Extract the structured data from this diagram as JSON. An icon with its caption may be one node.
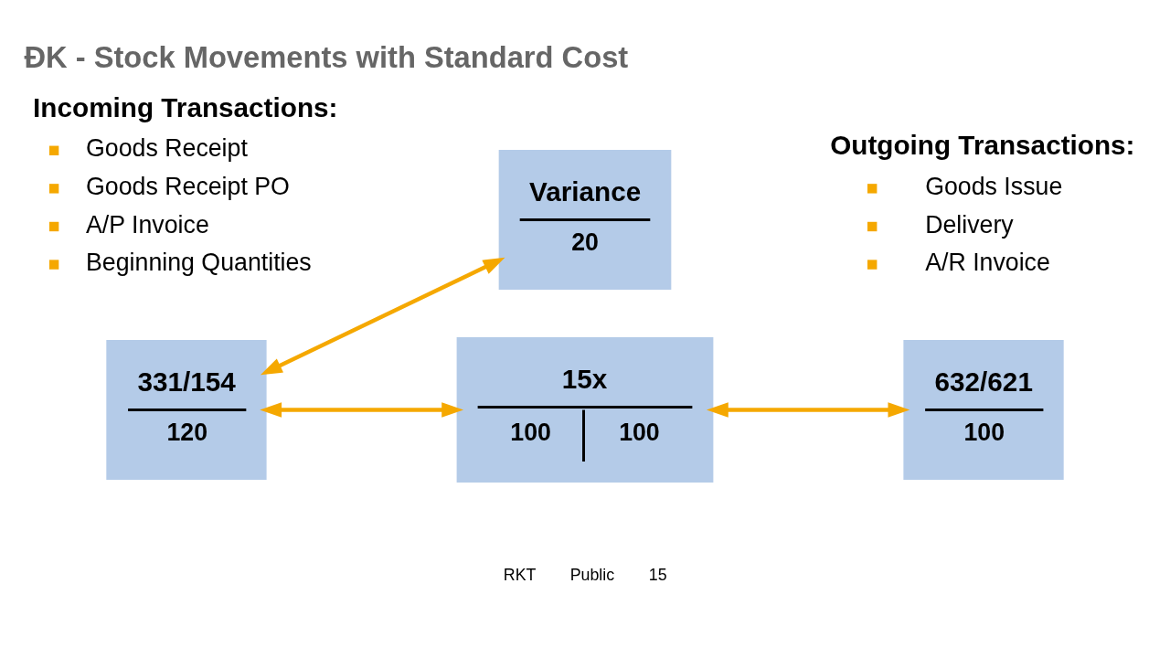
{
  "diagram": {
    "title": "ĐK - Stock Movements with Standard Cost",
    "nodes": [
      {
        "text": [
          "331/154",
          "120"
        ]
      },
      {
        "text": [
          "Variance",
          "20"
        ]
      },
      {
        "text": [
          "15x",
          "100",
          "100"
        ]
      },
      {
        "text": [
          "632/621",
          "100"
        ]
      }
    ],
    "edges": [
      {
        "from": 0,
        "to": 1,
        "arrow": "both"
      },
      {
        "from": 0,
        "to": 2,
        "arrow": "both"
      },
      {
        "from": 3,
        "to": 2,
        "arrow": "both"
      }
    ],
    "labels": [
      "Incoming Transactions:",
      "Goods Receipt",
      "Goods Receipt PO",
      "A/P Invoice",
      "Beginning Quantities",
      "Outgoing Transactions:",
      "Goods Issue",
      "Delivery",
      "A/R Invoice",
      "RKT",
      "Public",
      "15"
    ]
  }
}
